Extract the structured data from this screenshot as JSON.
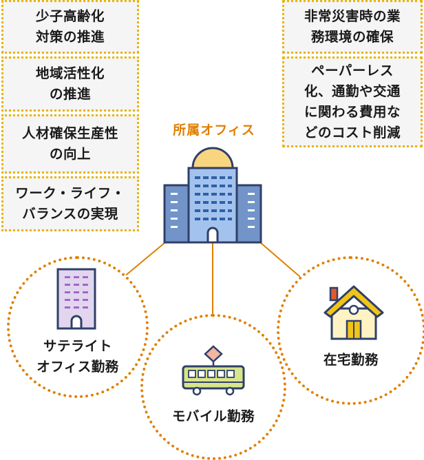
{
  "colors": {
    "benefit_border": "#e8b400",
    "circle_border": "#e07f00",
    "connector": "#e07f00",
    "office_label": "#e07f00"
  },
  "benefits_left": [
    "少子高齢化\n対策の推進",
    "地域活性化\nの推進",
    "人材確保生産性\nの向上",
    "ワーク・ライフ・\nバランスの実現"
  ],
  "benefits_right": [
    "非常災害時の業\n務環境の確保",
    "ペーパーレス\n化、通勤や交通\nに関わる費用な\nどのコスト削減"
  ],
  "center": {
    "label": "所属オフィス",
    "icon": "office-building-icon"
  },
  "work_styles": {
    "satellite": {
      "label": "サテライト\nオフィス勤務",
      "icon": "satellite-office-building-icon"
    },
    "mobile": {
      "label": "モバイル勤務",
      "icon": "train-icon"
    },
    "home": {
      "label": "在宅勤務",
      "icon": "house-icon"
    }
  }
}
